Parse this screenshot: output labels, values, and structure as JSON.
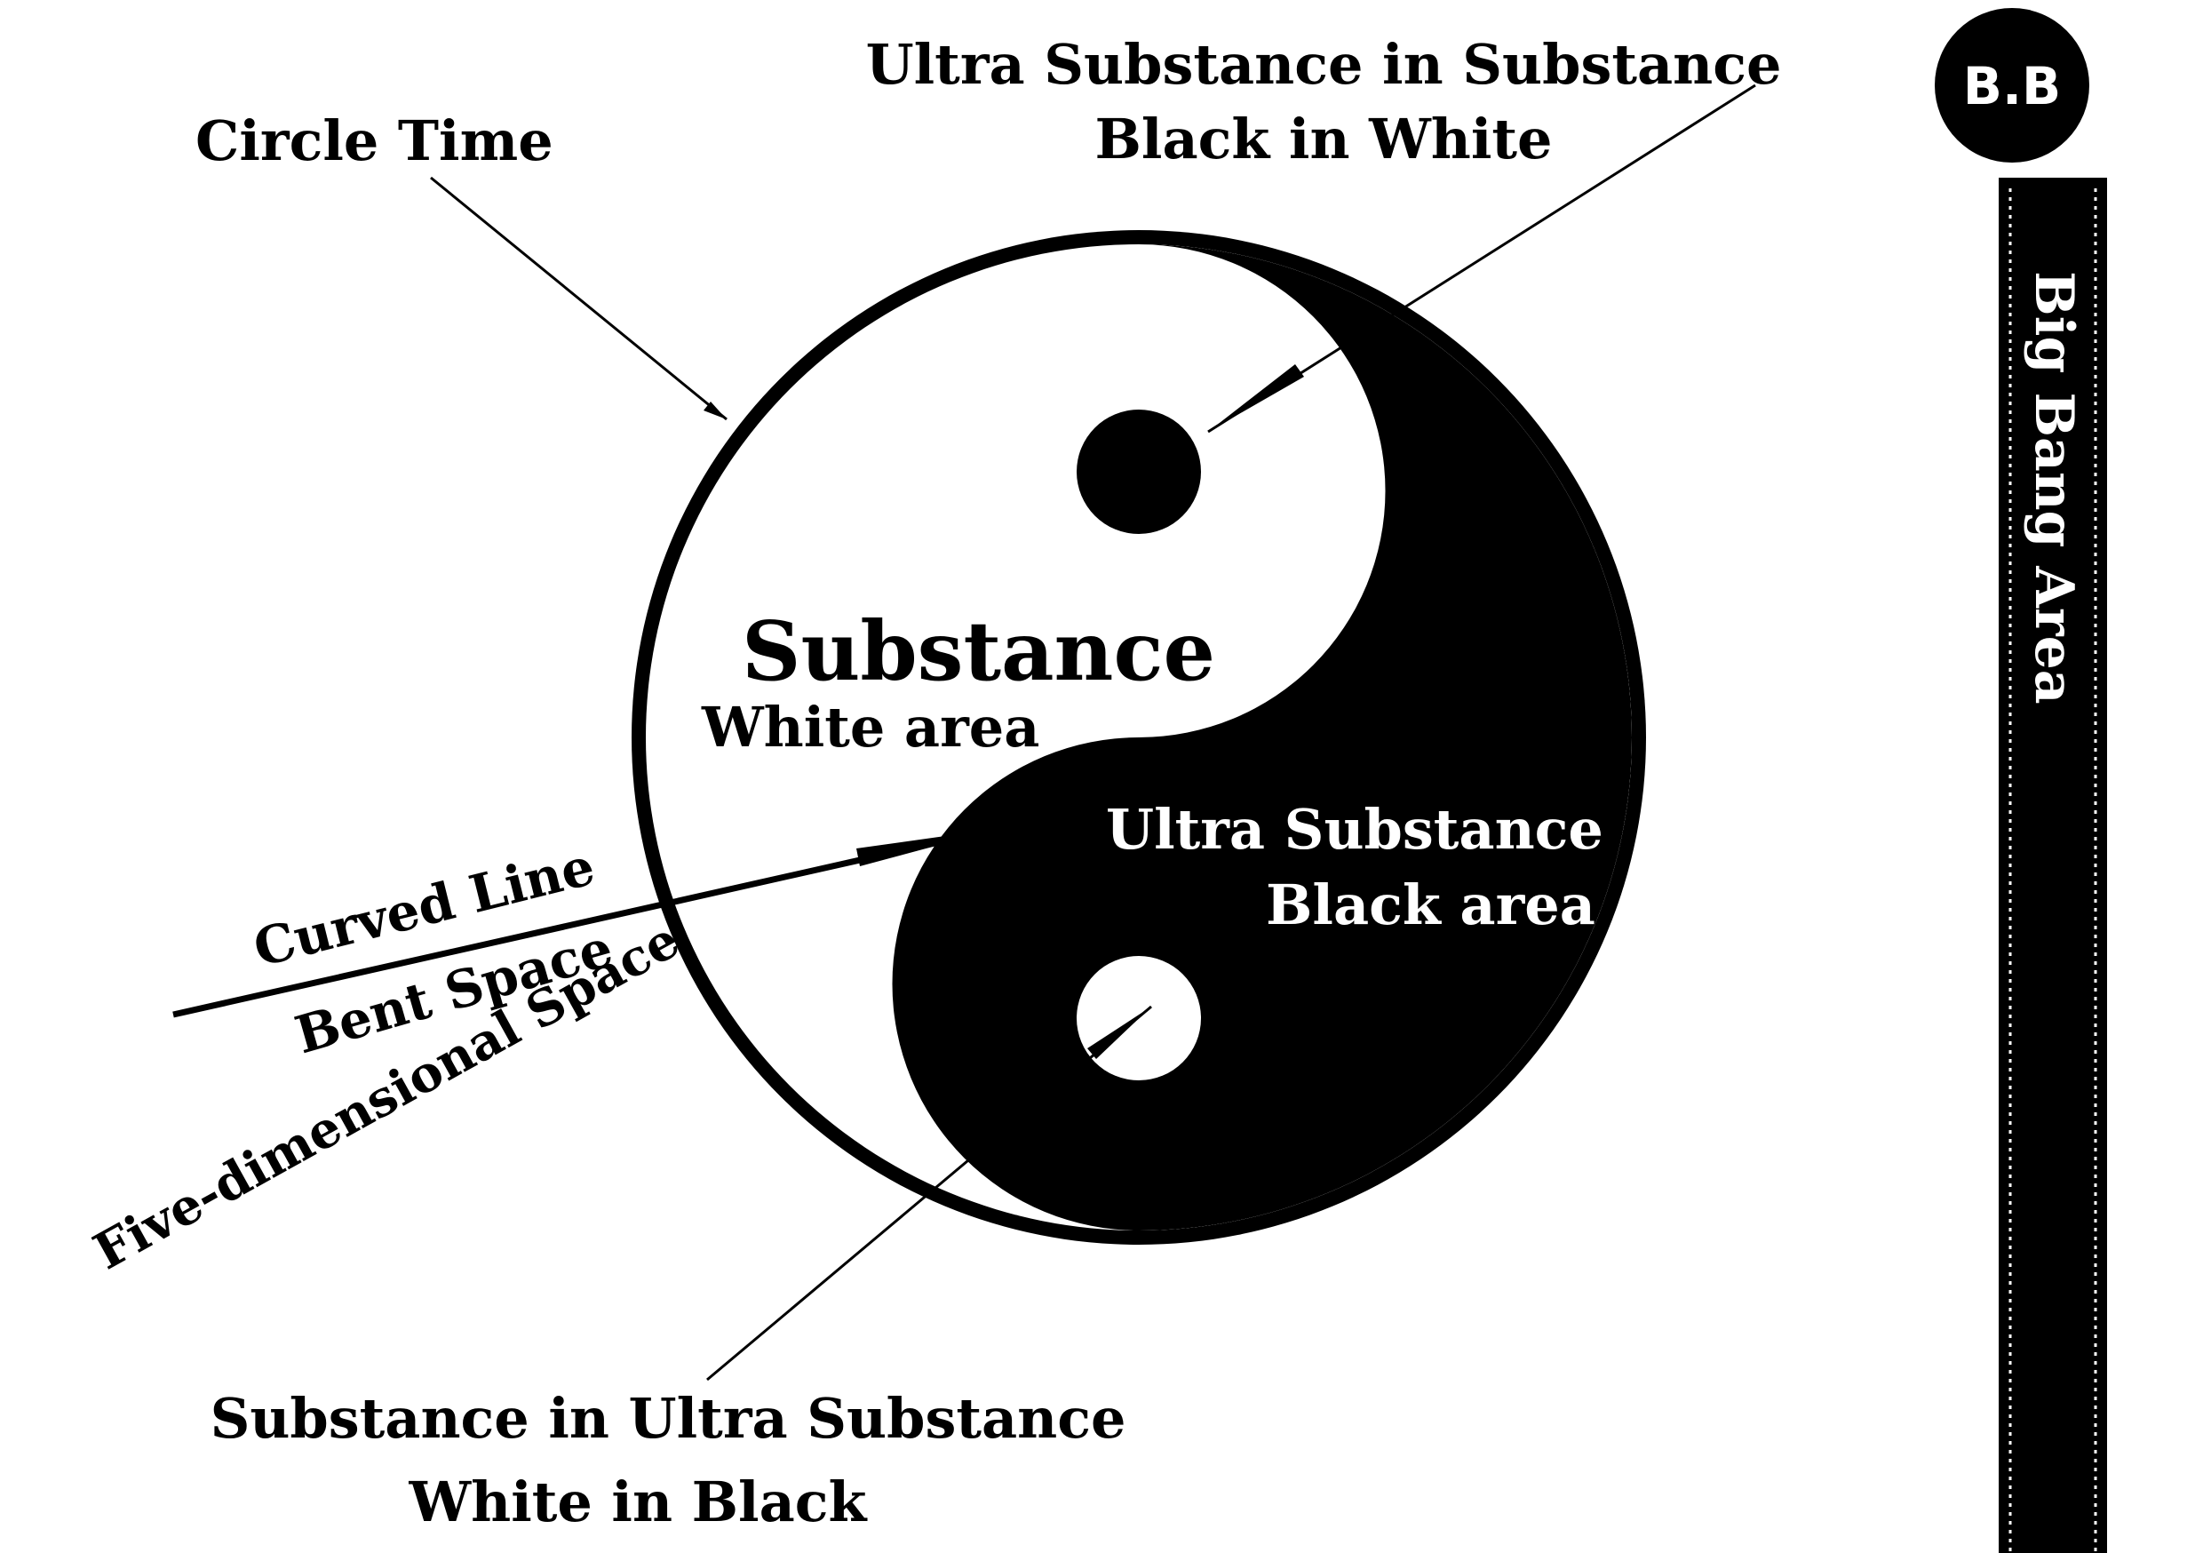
{
  "diagram": {
    "colors": {
      "ink": "#000000",
      "paper": "#ffffff"
    },
    "labels": {
      "circle_time": "Circle Time",
      "ultra_in_substance_line1": "Ultra Substance in Substance",
      "ultra_in_substance_line2": "Black in White",
      "substance_title": "Substance",
      "white_area": "White area",
      "ultra_substance": "Ultra Substance",
      "black_area": "Black area",
      "curved_line": "Curved Line",
      "bent_space": "Bent Space",
      "five_dimensional_space": "Five-dimensional Space",
      "substance_in_ultra_line1": "Substance in Ultra Substance",
      "substance_in_ultra_line2": "White in Black"
    }
  },
  "sidebar": {
    "badge": "B.B",
    "strip_label": "Big Bang Area"
  }
}
